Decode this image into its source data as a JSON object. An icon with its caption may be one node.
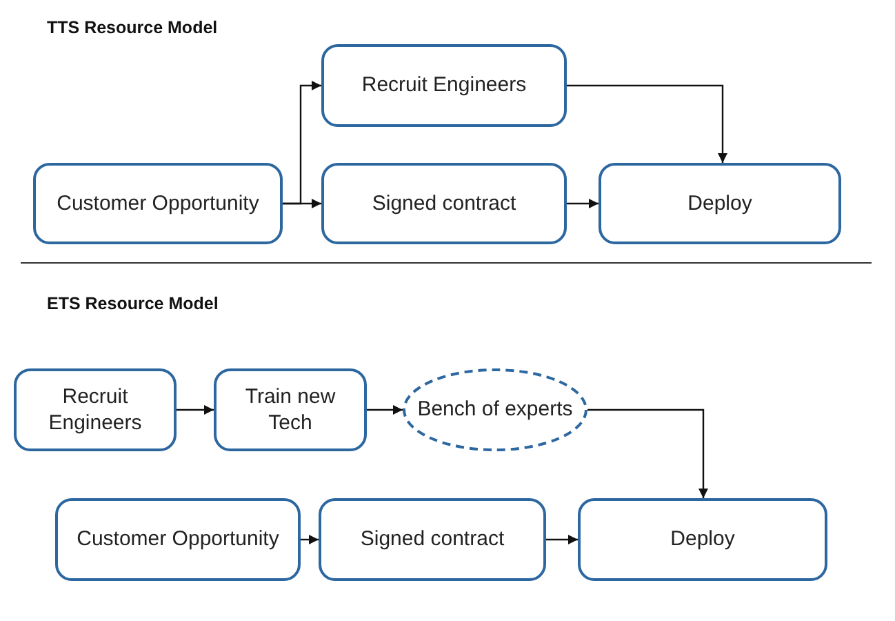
{
  "diagram": {
    "nodes": [
      {
        "text": [
          "Customer Opportunity"
        ]
      },
      {
        "text": [
          "Recruit Engineers"
        ]
      },
      {
        "text": [
          "Signed contract"
        ]
      },
      {
        "text": [
          "Deploy"
        ]
      },
      {
        "text": [
          "Recruit Engineers"
        ]
      },
      {
        "text": [
          "Train new Tech"
        ]
      },
      {
        "text": [
          "Bench of experts"
        ]
      },
      {
        "text": [
          "Customer Opportunity"
        ]
      },
      {
        "text": [
          "Signed contract"
        ]
      },
      {
        "text": [
          "Deploy"
        ]
      }
    ],
    "edges": [
      {
        "from": 0,
        "to": 1,
        "arrow": "to"
      },
      {
        "from": 0,
        "to": 2,
        "arrow": "to"
      },
      {
        "from": 1,
        "to": 3,
        "arrow": "to"
      },
      {
        "from": 2,
        "to": 3,
        "arrow": "to"
      },
      {
        "from": 4,
        "to": 5,
        "arrow": "to"
      },
      {
        "from": 5,
        "to": 6,
        "arrow": "to"
      },
      {
        "from": 6,
        "to": 9,
        "arrow": "to"
      },
      {
        "from": 7,
        "to": 8,
        "arrow": "to"
      },
      {
        "from": 8,
        "to": 9,
        "arrow": "to"
      }
    ],
    "labels": [
      "TTS Resource Model",
      "ETS Resource Model"
    ]
  }
}
